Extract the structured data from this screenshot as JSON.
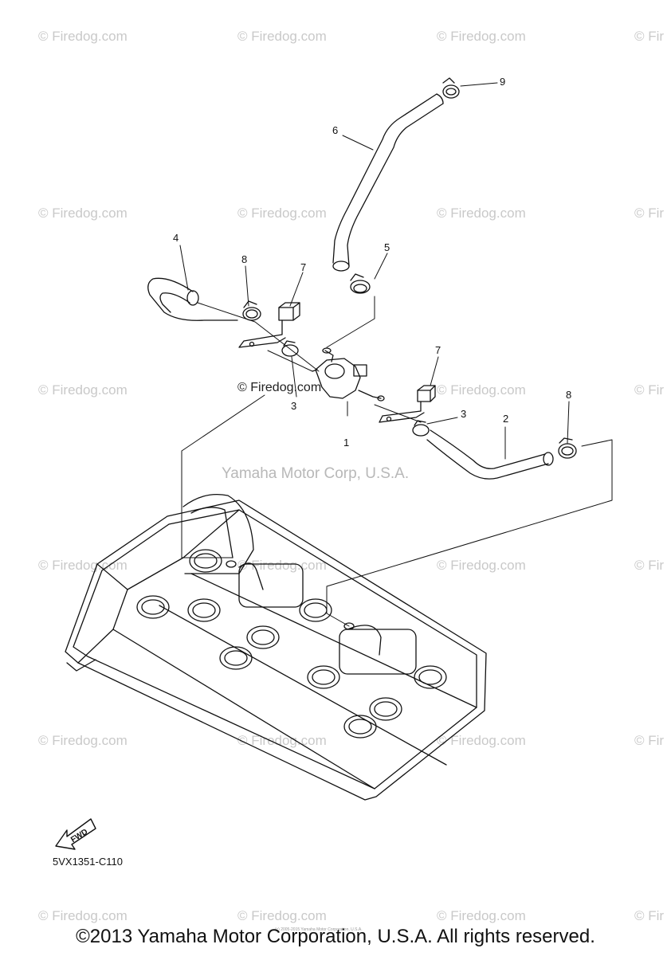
{
  "watermark": {
    "text": "© Firedog.com",
    "text_edge": "© Fir"
  },
  "diagram": {
    "callouts": [
      "1",
      "2",
      "3",
      "3",
      "4",
      "5",
      "6",
      "7",
      "7",
      "8",
      "8",
      "9"
    ],
    "fwd_label": "FWD",
    "part_code": "5VX1351-C110",
    "corp_mark": "Yamaha Motor Corp, U.S.A."
  },
  "footer": {
    "copyright": "©2013 Yamaha Motor Corporation, U.S.A. All rights reserved.",
    "fine_print": "(c) 2005-2015 Yamaha Motor Corporation, U.S.A."
  }
}
